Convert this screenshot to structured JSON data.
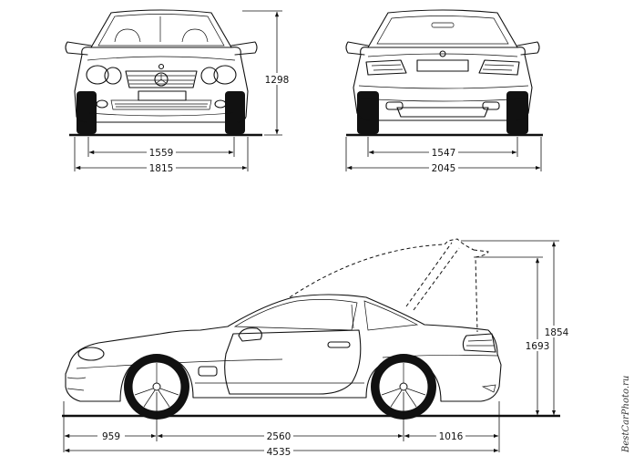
{
  "front_view": {
    "track": "1559",
    "width": "1815",
    "height": "1298"
  },
  "rear_view": {
    "track": "1547",
    "width": "2045"
  },
  "side_view": {
    "front_overhang": "959",
    "wheelbase": "2560",
    "rear_overhang": "1016",
    "length": "4535",
    "height_roof_open": "1854",
    "height": "1693"
  },
  "watermark": "BestCarPhoto.ru"
}
